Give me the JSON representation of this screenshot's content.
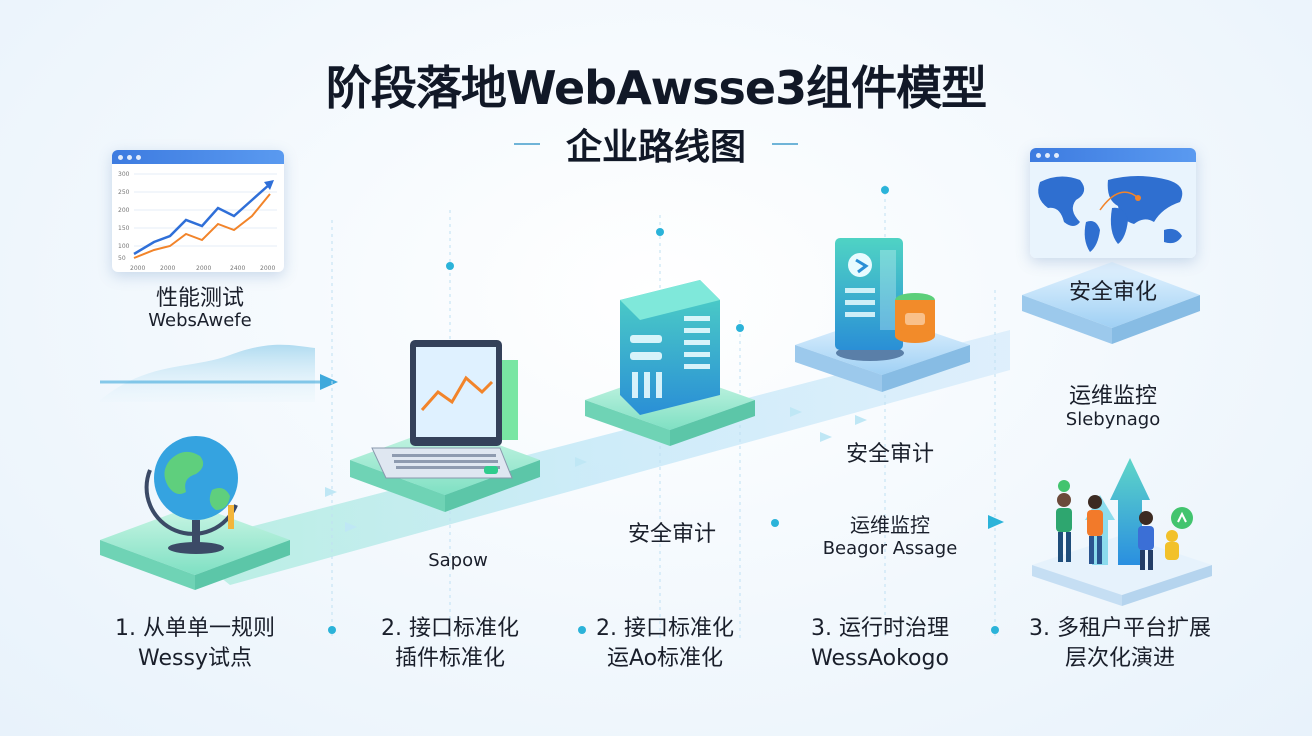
{
  "title": "阶段落地WebAwsse3组件模型",
  "subtitle": "企业路线图",
  "chart_card": {
    "y_ticks": [
      "300",
      "250",
      "200",
      "150",
      "100",
      "50"
    ],
    "x_ticks": [
      "2000",
      "2000",
      "2000",
      "2400",
      "2000"
    ]
  },
  "top_left": {
    "line1": "性能测试",
    "line2": "WebsAwefe"
  },
  "top_right": {
    "label": "安全审化"
  },
  "right_mid": {
    "line1": "运维监控",
    "line2": "Slebynago"
  },
  "mid_labels": {
    "audit_upper": "安全审计",
    "audit_lower": "安全审计",
    "monitor_line1": "运维监控",
    "monitor_line2": "Beagor Assage",
    "sapow": "Sapow"
  },
  "stages": [
    {
      "line1": "1. 从单单一规则",
      "line2": "Wessy试点"
    },
    {
      "line1": "2. 接口标准化",
      "line2": "插件标准化"
    },
    {
      "line1": "2. 接口标准化",
      "line2": "运Ao标准化"
    },
    {
      "line1": "3. 运行时治理",
      "line2": "WessAokogo"
    },
    {
      "line1": "3. 多租户平台扩展",
      "line2": "层次化演进"
    }
  ]
}
